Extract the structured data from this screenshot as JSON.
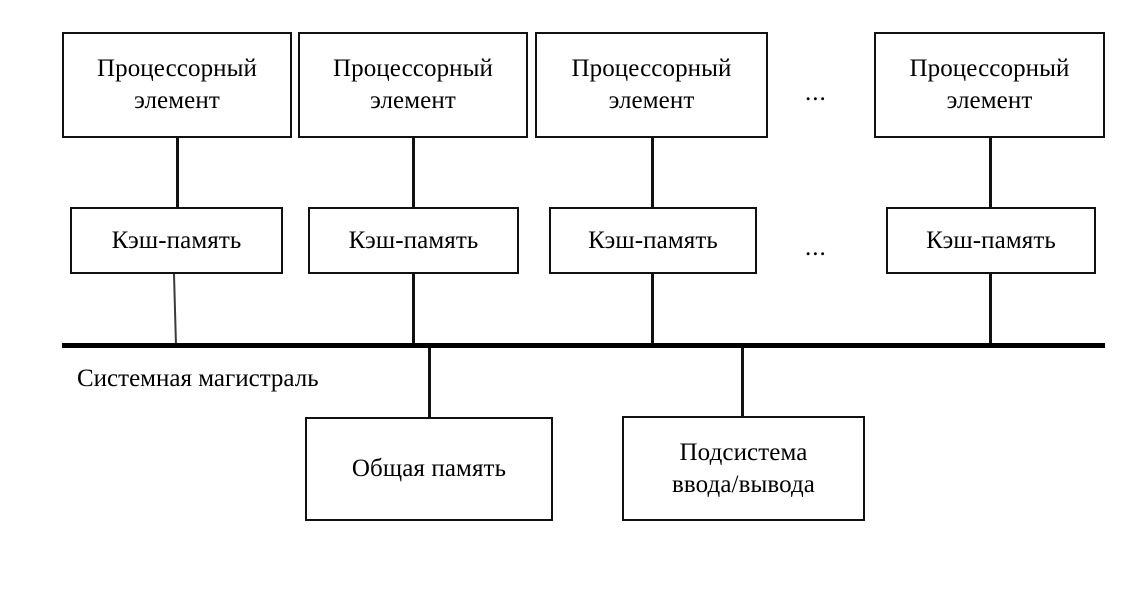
{
  "diagram": {
    "title": "Shared-memory multiprocessor architecture (bus-based)",
    "background_color": "#ffffff",
    "line_color": "#111111",
    "bus_color": "#000000",
    "processor_row": {
      "label": "Процессорный элемент",
      "line1": "Процессорный",
      "line2": "элемент",
      "count_shown": 4,
      "ellipsis": "..."
    },
    "cache_row": {
      "label": "Кэш-память",
      "count_shown": 4,
      "ellipsis": "..."
    },
    "bus": {
      "label": "Системная магистраль"
    },
    "peripherals": [
      {
        "name": "shared-memory",
        "line1": "Общая память",
        "line2": ""
      },
      {
        "name": "io-subsystem",
        "line1": "Подсистема",
        "line2": "ввода/вывода"
      }
    ]
  }
}
